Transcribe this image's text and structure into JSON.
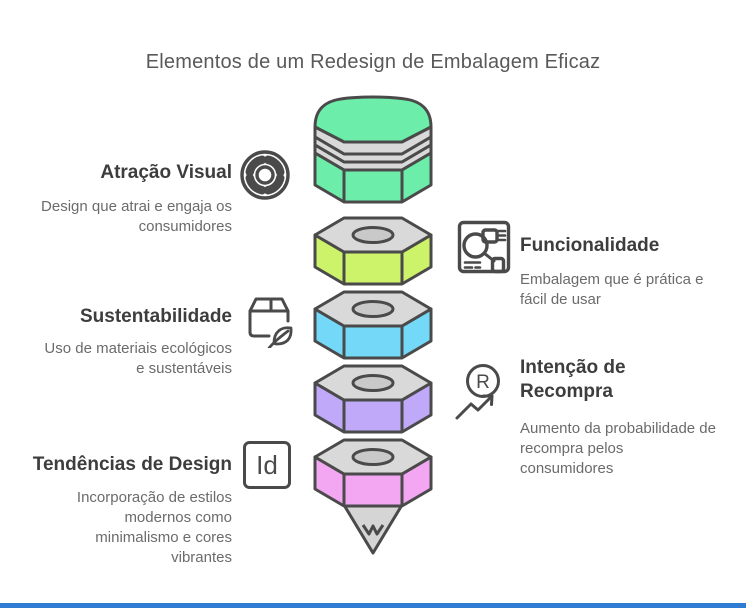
{
  "title": "Elementos de um Redesign de Embalagem Eficaz",
  "left_sections": [
    {
      "heading": "Atração Visual",
      "description": "Design que atrai e engaja os\nconsumidores",
      "icon": "design-wheel-icon"
    },
    {
      "heading": "Sustentabilidade",
      "description": "Uso de materiais ecológicos\ne sustentáveis",
      "icon": "eco-package-icon"
    },
    {
      "heading": "Tendências de Design",
      "description": "Incorporação de estilos\nmodernos como\nminimalismo e cores\nvibrantes",
      "icon": "indesign-icon",
      "icon_text": "Id"
    }
  ],
  "right_sections": [
    {
      "heading": "Funcionalidade",
      "description": "Embalagem que é prática e\nfácil de usar",
      "icon": "wireframe-layout-icon"
    },
    {
      "heading": "Intenção de\nRecompra",
      "description": "Aumento da probabilidade de\nrecompra pelos\nconsumidores",
      "icon": "repurchase-arrow-icon",
      "icon_letter": "R"
    }
  ],
  "funnel": {
    "outline_color": "#4a4a4a",
    "top_face_color": "#d9d9d9",
    "hole_color": "#c9c9c9",
    "cone_color": "#d5d5d5",
    "segments": [
      {
        "id": "segment-1",
        "color": "#6ceda9"
      },
      {
        "id": "segment-2",
        "color": "#cdf36a"
      },
      {
        "id": "segment-3",
        "color": "#74d9f8"
      },
      {
        "id": "segment-4",
        "color": "#bfa9f8"
      },
      {
        "id": "segment-5",
        "color": "#f3a7f3"
      }
    ]
  },
  "footer": {
    "accent_color": "#2d7dd2"
  }
}
